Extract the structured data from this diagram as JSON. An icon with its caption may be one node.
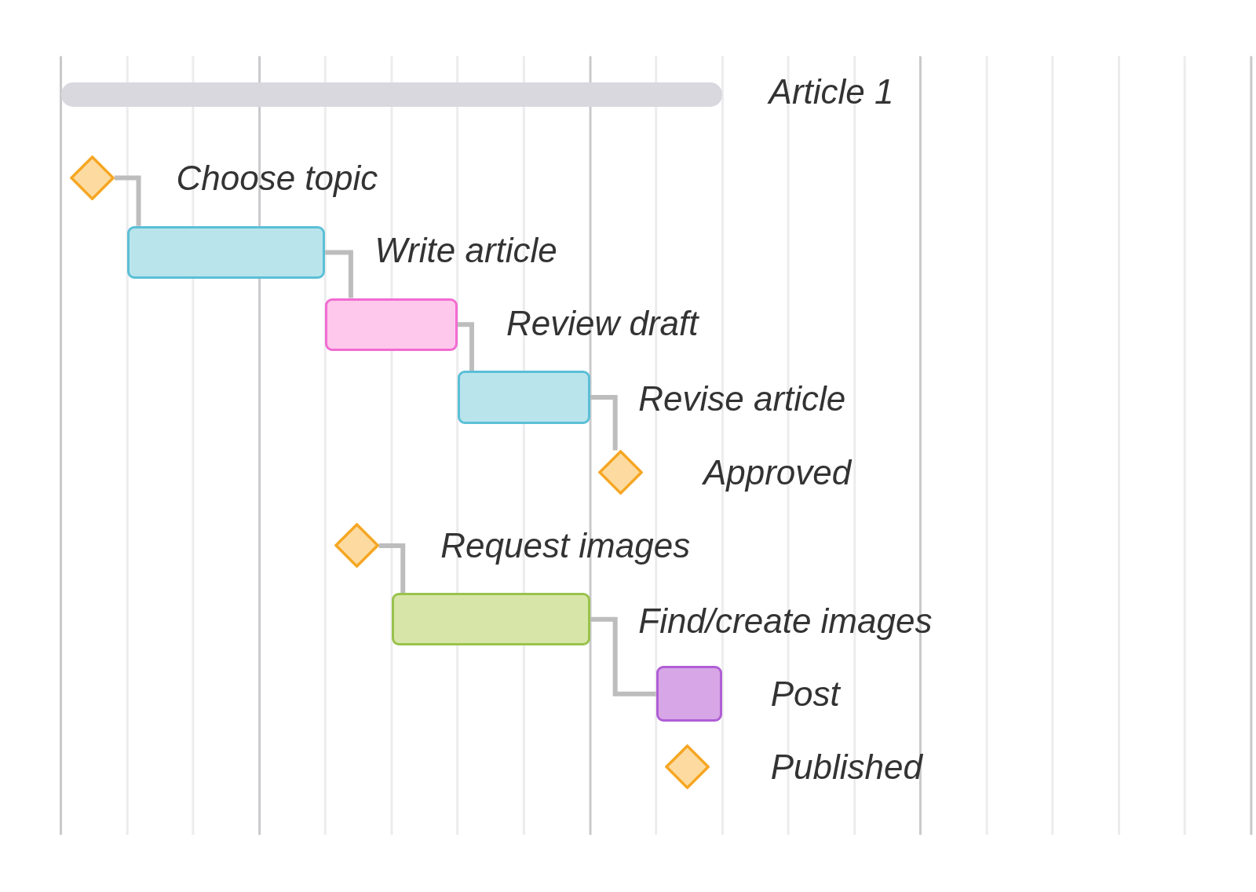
{
  "diagram": {
    "nodes": [
      {
        "text": [],
        "shape": "bar",
        "beside": [
          "Article 1"
        ]
      },
      {
        "text": [],
        "shape": "diamond"
      },
      {
        "text": [],
        "shape": "bar",
        "beside": [
          "Write article"
        ]
      },
      {
        "text": [],
        "shape": "bar",
        "beside": [
          "Review draft"
        ]
      },
      {
        "text": [],
        "shape": "bar",
        "beside": [
          "Revise article"
        ]
      },
      {
        "text": [],
        "shape": "diamond",
        "beside": [
          "Approved"
        ]
      },
      {
        "text": [],
        "shape": "diamond"
      },
      {
        "text": [],
        "shape": "bar"
      },
      {
        "text": [],
        "shape": "bar",
        "beside": [
          "Post"
        ]
      },
      {
        "text": [],
        "shape": "diamond",
        "beside": [
          "Published"
        ]
      }
    ],
    "edges": [
      {
        "from": 1,
        "to": 2,
        "arrow": "none"
      },
      {
        "from": 2,
        "to": 3,
        "arrow": "none"
      },
      {
        "from": 3,
        "to": 4,
        "arrow": "none"
      },
      {
        "from": 4,
        "to": 5,
        "arrow": "none"
      },
      {
        "from": 6,
        "to": 7,
        "arrow": "none"
      },
      {
        "from": 7,
        "to": 8,
        "arrow": "none"
      }
    ],
    "labels": [
      "Choose topic",
      "Request images",
      "Find/create images"
    ]
  }
}
